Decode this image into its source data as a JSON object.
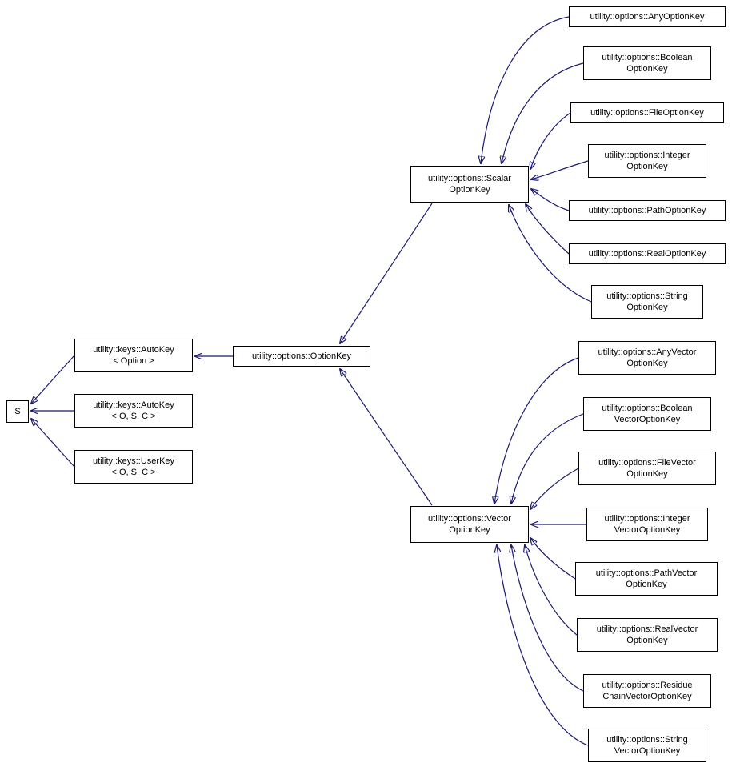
{
  "diagram": {
    "type": "class-inheritance-graph",
    "edge_color": "#191970",
    "nodes": {
      "s": "S",
      "autokey_option": "utility::keys::AutoKey\n< Option >",
      "autokey_osc": "utility::keys::AutoKey\n< O, S, C >",
      "userkey_osc": "utility::keys::UserKey\n< O, S, C >",
      "option_key": "utility::options::OptionKey",
      "scalar_option_key": "utility::options::Scalar\nOptionKey",
      "vector_option_key": "utility::options::Vector\nOptionKey",
      "any_option_key": "utility::options::AnyOptionKey",
      "boolean_option_key": "utility::options::Boolean\nOptionKey",
      "file_option_key": "utility::options::FileOptionKey",
      "integer_option_key": "utility::options::Integer\nOptionKey",
      "path_option_key": "utility::options::PathOptionKey",
      "real_option_key": "utility::options::RealOptionKey",
      "string_option_key": "utility::options::String\nOptionKey",
      "any_vector_option_key": "utility::options::AnyVector\nOptionKey",
      "boolean_vector_option_key": "utility::options::Boolean\nVectorOptionKey",
      "file_vector_option_key": "utility::options::FileVector\nOptionKey",
      "integer_vector_option_key": "utility::options::Integer\nVectorOptionKey",
      "path_vector_option_key": "utility::options::PathVector\nOptionKey",
      "real_vector_option_key": "utility::options::RealVector\nOptionKey",
      "residue_chain_vector_option_key": "utility::options::Residue\nChainVectorOptionKey",
      "string_vector_option_key": "utility::options::String\nVectorOptionKey"
    },
    "edges": [
      {
        "from": "autokey_option",
        "to": "s"
      },
      {
        "from": "autokey_osc",
        "to": "s"
      },
      {
        "from": "userkey_osc",
        "to": "s"
      },
      {
        "from": "option_key",
        "to": "autokey_option"
      },
      {
        "from": "scalar_option_key",
        "to": "option_key"
      },
      {
        "from": "vector_option_key",
        "to": "option_key"
      },
      {
        "from": "any_option_key",
        "to": "scalar_option_key"
      },
      {
        "from": "boolean_option_key",
        "to": "scalar_option_key"
      },
      {
        "from": "file_option_key",
        "to": "scalar_option_key"
      },
      {
        "from": "integer_option_key",
        "to": "scalar_option_key"
      },
      {
        "from": "path_option_key",
        "to": "scalar_option_key"
      },
      {
        "from": "real_option_key",
        "to": "scalar_option_key"
      },
      {
        "from": "string_option_key",
        "to": "scalar_option_key"
      },
      {
        "from": "any_vector_option_key",
        "to": "vector_option_key"
      },
      {
        "from": "boolean_vector_option_key",
        "to": "vector_option_key"
      },
      {
        "from": "file_vector_option_key",
        "to": "vector_option_key"
      },
      {
        "from": "integer_vector_option_key",
        "to": "vector_option_key"
      },
      {
        "from": "path_vector_option_key",
        "to": "vector_option_key"
      },
      {
        "from": "real_vector_option_key",
        "to": "vector_option_key"
      },
      {
        "from": "residue_chain_vector_option_key",
        "to": "vector_option_key"
      },
      {
        "from": "string_vector_option_key",
        "to": "vector_option_key"
      }
    ]
  }
}
